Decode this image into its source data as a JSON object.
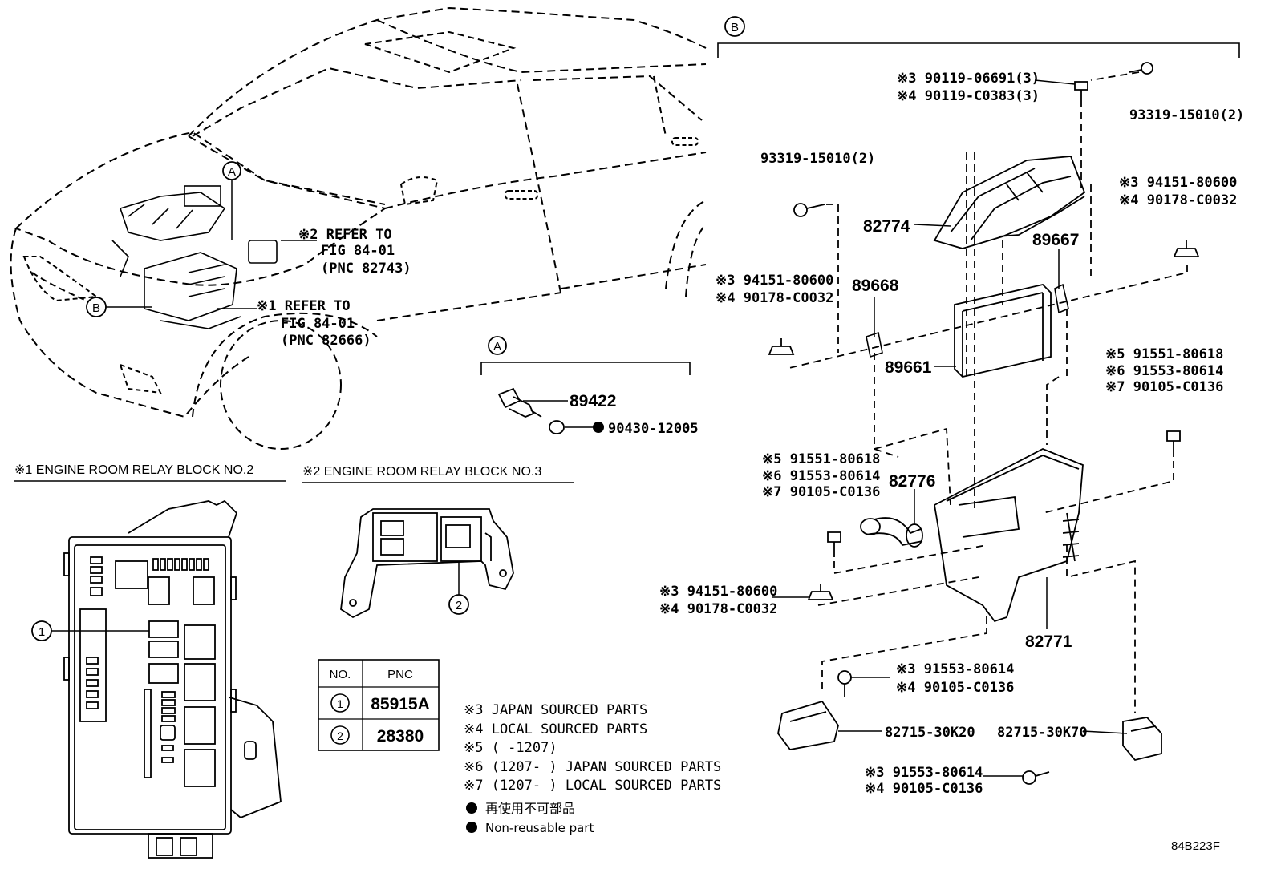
{
  "callouts": {
    "A": "A",
    "B": "B",
    "one": "1",
    "two": "2"
  },
  "refs": {
    "ref2_line1": "※2 REFER TO",
    "ref2_line2": "FIG 84-01",
    "ref2_line3": "(PNC 82743)",
    "ref1_line1": "※1 REFER TO",
    "ref1_line2": "FIG 84-01",
    "ref1_line3": "(PNC 82666)"
  },
  "sections": {
    "relay2_title": "※1 ENGINE ROOM RELAY BLOCK NO.2",
    "relay3_title": "※2 ENGINE ROOM RELAY BLOCK NO.3"
  },
  "parts": {
    "p89422": "89422",
    "p90430": "90430-12005",
    "p90119a": "※3 90119-06691(3)",
    "p90119b": "※4 90119-C0383(3)",
    "p93319_top": "93319-15010(2)",
    "p93319_left": "93319-15010(2)",
    "p82774": "82774",
    "p89667": "89667",
    "p89668": "89668",
    "p89661": "89661",
    "p94151_r1": "※3 94151-80600",
    "p94151_r2": "※4 90178-C0032",
    "p94151_l1": "※3 94151-80600",
    "p94151_l2": "※4 90178-C0032",
    "p5r": "※5 91551-80618",
    "p6r": "※6 91553-80614",
    "p7r": "※7 90105-C0136",
    "p5l": "※5 91551-80618",
    "p6l": "※6 91553-80614",
    "p7l": "※7 90105-C0136",
    "p82776": "82776",
    "p94151_b1": "※3 94151-80600",
    "p94151_b2": "※4 90178-C0032",
    "p82771": "82771",
    "p91553a": "※3  91553-80614",
    "p90105a": "※4  90105-C0136",
    "p82715k20": "82715-30K20",
    "p82715k70": "82715-30K70",
    "p91553b": "※3 91553-80614",
    "p90105b": "※4 90105-C0136"
  },
  "table": {
    "headers": [
      "NO.",
      "PNC"
    ],
    "rows": [
      {
        "no": "1",
        "pnc": "85915A"
      },
      {
        "no": "2",
        "pnc": "28380"
      }
    ]
  },
  "notes": {
    "n3": "※3 JAPAN SOURCED PARTS",
    "n4": "※4 LOCAL SOURCED PARTS",
    "n5": "※5 (      -1207)",
    "n6": "※6 (1207-      ) JAPAN SOURCED PARTS",
    "n7": "※7 (1207-      ) LOCAL SOURCED PARTS",
    "nonreuse_jp": "再使用不可部品",
    "nonreuse_en": "Non-reusable part"
  },
  "fig_id": "84B223F"
}
